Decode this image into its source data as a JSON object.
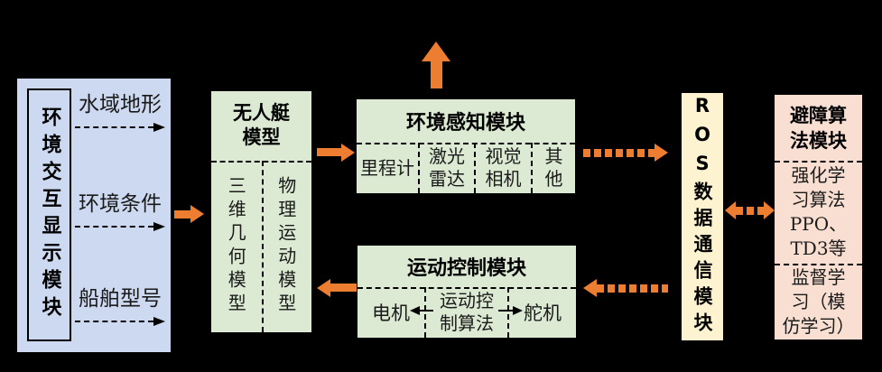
{
  "colors": {
    "canvas_bg": "#000000",
    "env_box_blue": "#ccd9f0",
    "module_green": "#dcead3",
    "ros_yellow": "#fdf3d1",
    "avoidance_peach": "#f9ded2",
    "arrow_orange": "#ed7d31",
    "line_black": "#000000"
  },
  "env_display": {
    "title": "环境交互显示模块",
    "outputs": [
      "水域地形",
      "环境条件",
      "船舶型号"
    ]
  },
  "usv_model": {
    "title": "无人艇\n模型",
    "columns": [
      "三维几何模型",
      "物理运动模型"
    ]
  },
  "perception": {
    "title": "环境感知模块",
    "cells": [
      "里程计",
      "激光\n雷达",
      "视觉\n相机",
      "其\n他"
    ]
  },
  "motion_control": {
    "title": "运动控制模块",
    "cells": [
      "电机",
      "运动控\n制算法",
      "舵机"
    ]
  },
  "ros": {
    "title": "ROS数据通信模块"
  },
  "avoidance": {
    "title": "避障算\n法模块",
    "items": [
      "强化学\n习算法\nPPO、\nTD3等",
      "监督学\n习（模\n仿学习）"
    ]
  }
}
